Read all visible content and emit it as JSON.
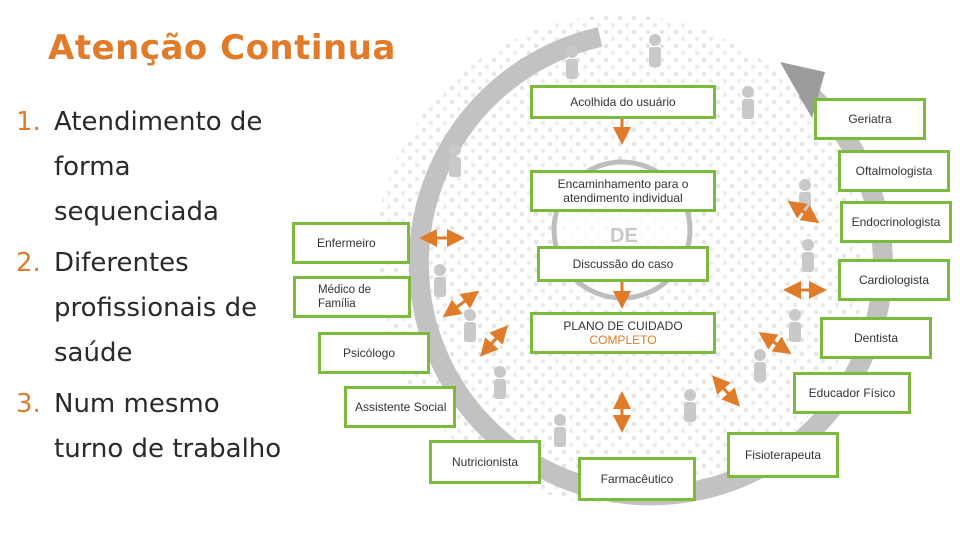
{
  "title": "Atenção Continua",
  "points": [
    {
      "num": "1.",
      "text": "Atendimento de forma sequenciada"
    },
    {
      "num": "2.",
      "text": "Diferentes profissionais de saúde"
    },
    {
      "num": "3.",
      "text": "Num mesmo turno de trabalho"
    }
  ],
  "flow": {
    "acolhida": "Acolhida do usuário",
    "encaminhamento": "Encaminhamento para o atendimento individual",
    "center_watermark": "DE",
    "discussao": "Discussão do caso",
    "plano_line1": "PLANO DE CUIDADO",
    "plano_line2": "COMPLETO"
  },
  "professionals": {
    "enfermeiro": "Enfermeiro",
    "medico": "Médico de Família",
    "psicologo": "Psicólogo",
    "assistente": "Assistente Social",
    "nutricionista": "Nutricionista",
    "farmaceutico": "Farmacêutico",
    "fisioterapeuta": "Fisioterapeuta",
    "educador": "Educador Físico",
    "dentista": "Dentista",
    "cardiologista": "Cardiologista",
    "endocrinologista": "Endocrinologista",
    "oftalmologista": "Oftalmologista",
    "geriatra": "Geriatra"
  },
  "colors": {
    "accent": "#e07b2a",
    "box_border": "#7cba3c",
    "ring": "#b5b5b5"
  }
}
